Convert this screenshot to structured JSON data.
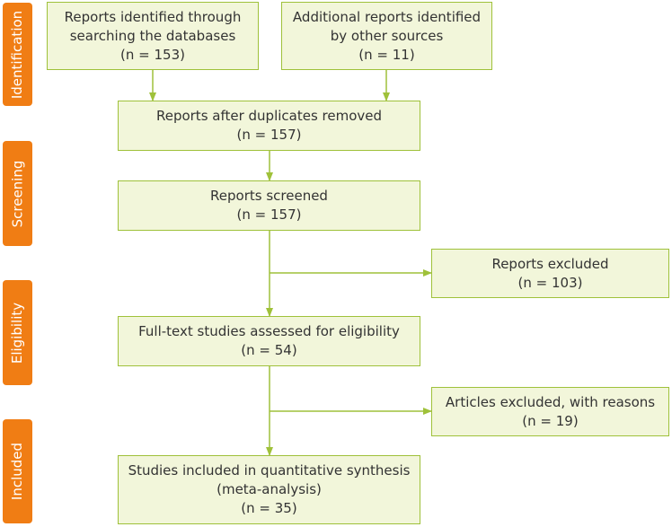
{
  "phases": [
    {
      "id": "identification",
      "label": "Identification"
    },
    {
      "id": "screening",
      "label": "Screening"
    },
    {
      "id": "eligibility",
      "label": "Eligibility"
    },
    {
      "id": "included",
      "label": "Included"
    }
  ],
  "boxes": {
    "db_search": {
      "line1": "Reports identified through",
      "line2": "searching the databases",
      "count": "(n = 153)"
    },
    "other_sources": {
      "line1": "Additional reports identified",
      "line2": "by other sources",
      "count": "(n = 11)"
    },
    "duplicates_removed": {
      "line1": "Reports after duplicates removed",
      "count": "(n = 157)"
    },
    "screened": {
      "line1": "Reports screened",
      "count": "(n = 157)"
    },
    "excluded": {
      "line1": "Reports excluded",
      "count": "(n = 103)"
    },
    "fulltext": {
      "line1": "Full-text studies assessed for eligibility",
      "count": "(n = 54)"
    },
    "articles_excluded": {
      "line1": "Articles excluded, with reasons",
      "count": "(n = 19)"
    },
    "included": {
      "line1": "Studies included in quantitative synthesis",
      "line2": "(meta-analysis)",
      "count": "(n = 35)"
    }
  },
  "colors": {
    "phase": "#f07d14",
    "box_fill": "#f2f6da",
    "box_border": "#9fc13a",
    "arrow": "#9fc13a"
  }
}
